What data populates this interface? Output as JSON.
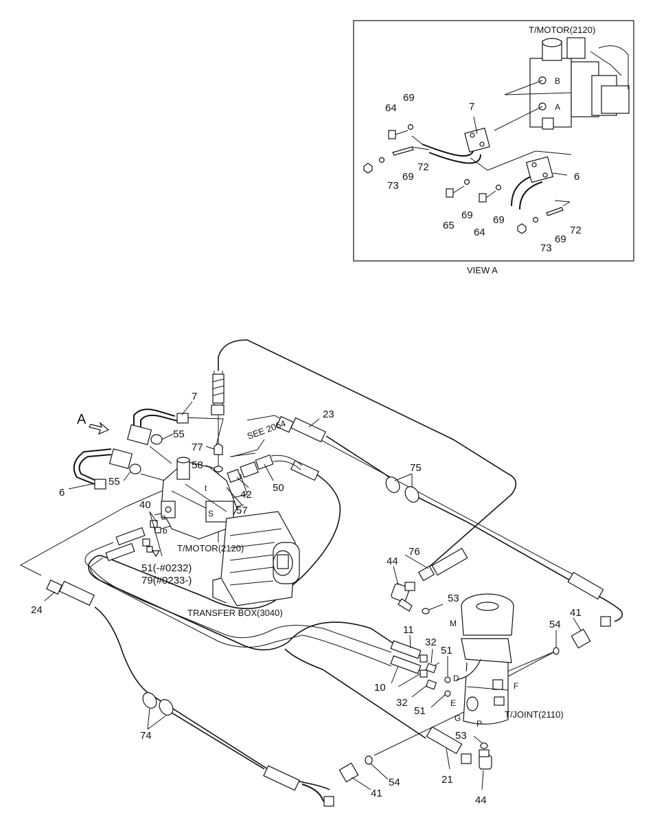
{
  "view_a": {
    "title": "VIEW A",
    "motor_label": "T/MOTOR(2120)",
    "port_b": "B",
    "port_a": "A",
    "callouts": [
      "64",
      "69",
      "7",
      "72",
      "69",
      "73",
      "6",
      "65",
      "69",
      "64",
      "69",
      "72",
      "69",
      "73"
    ]
  },
  "main": {
    "arrow_label": "A",
    "see_label": "SEE 2064",
    "motor_label": "T/MOTOR(2120)",
    "transfer_box_label": "TRANSFER BOX(3040)",
    "tjoint_label": "T/JOINT(2110)",
    "note_51": "51(-#0232)",
    "note_79": "79(#0233-)",
    "ports": {
      "a": "a",
      "b": "b",
      "t": "t",
      "s": "S",
      "m": "M",
      "d": "D",
      "e": "E",
      "f": "F",
      "g": "G",
      "p": "P"
    },
    "callouts": {
      "c7": "7",
      "c55a": "55",
      "c55b": "55",
      "c6": "6",
      "c77": "77",
      "c58": "58",
      "c42": "42",
      "c50": "50",
      "c57": "57",
      "c23": "23",
      "c75": "75",
      "c40": "40",
      "c24": "24",
      "c76": "76",
      "c44a": "44",
      "c53a": "53",
      "c41a": "41",
      "c54a": "54",
      "c11": "11",
      "c32a": "32",
      "c51a": "51",
      "c10": "10",
      "c32b": "32",
      "c51b": "51",
      "c74": "74",
      "c53b": "53",
      "c21": "21",
      "c54b": "54",
      "c41b": "41",
      "c44b": "44"
    }
  }
}
